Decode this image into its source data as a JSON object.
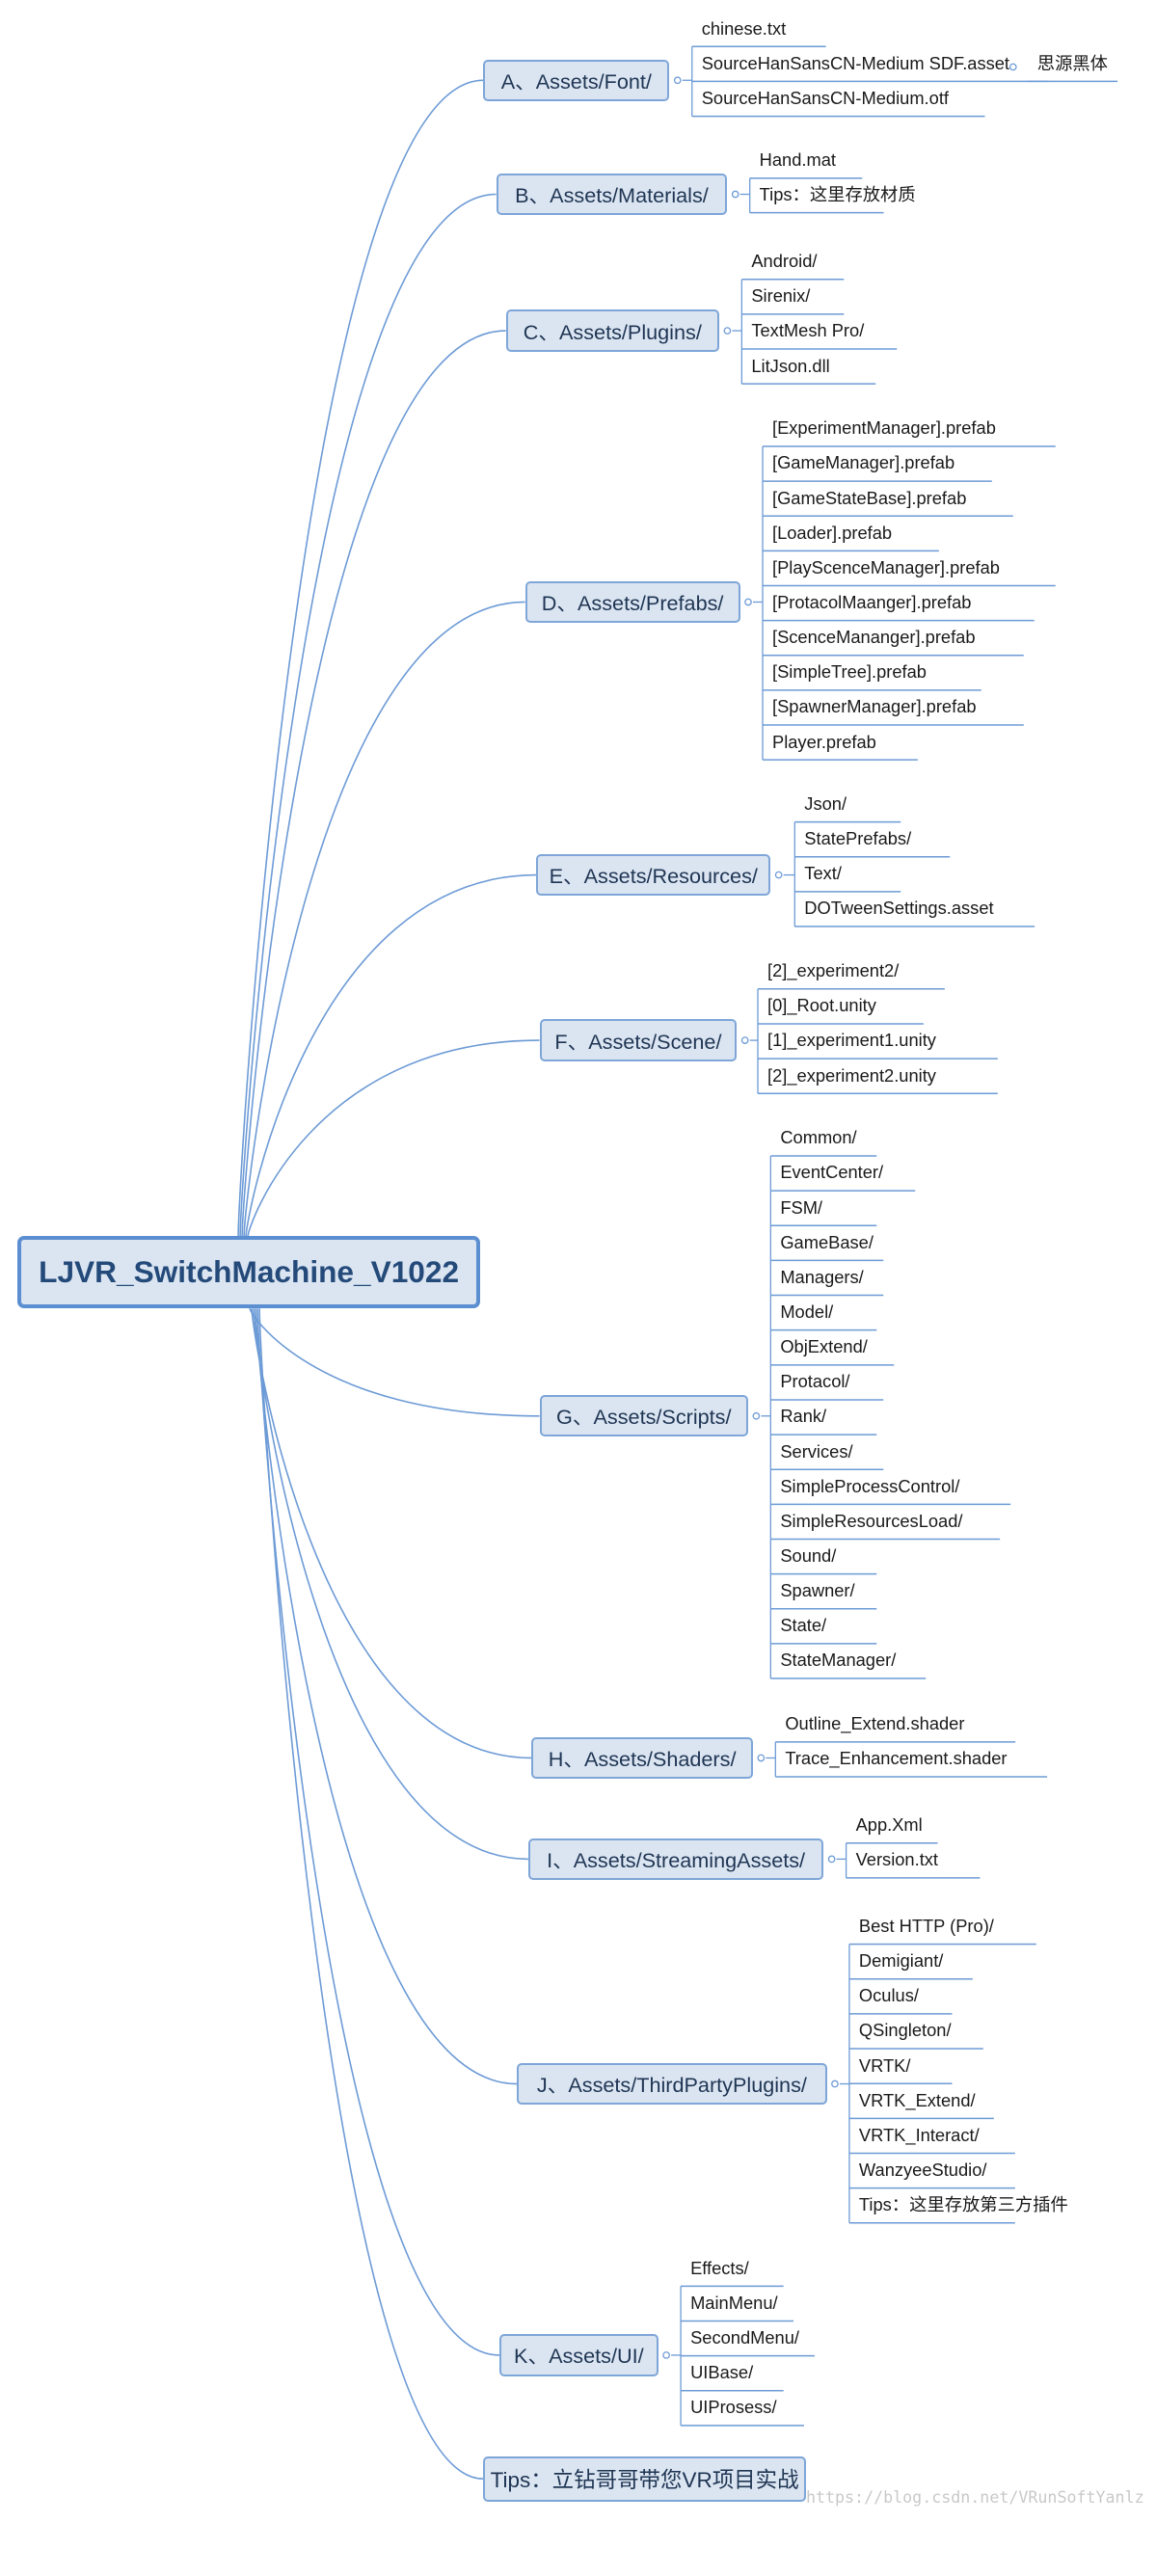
{
  "diagram": {
    "root": {
      "label": "LJVR_SwitchMachine_V1022"
    },
    "branches": [
      {
        "label": "A、Assets/Font/",
        "leaves": [
          "chinese.txt",
          "SourceHanSansCN-Medium SDF.asset",
          "SourceHanSansCN-Medium.otf"
        ],
        "sub": {
          "parent_index": 1,
          "label": "思源黑体"
        }
      },
      {
        "label": "B、Assets/Materials/",
        "leaves": [
          "Hand.mat",
          "Tips：这里存放材质"
        ]
      },
      {
        "label": "C、Assets/Plugins/",
        "leaves": [
          "Android/",
          "Sirenix/",
          "TextMesh Pro/",
          "LitJson.dll"
        ]
      },
      {
        "label": "D、Assets/Prefabs/",
        "leaves": [
          "[ExperimentManager].prefab",
          "[GameManager].prefab",
          "[GameStateBase].prefab",
          "[Loader].prefab",
          "[PlayScenceManager].prefab",
          "[ProtacolMaanger].prefab",
          "[ScenceMananger].prefab",
          "[SimpleTree].prefab",
          "[SpawnerManager].prefab",
          "Player.prefab"
        ]
      },
      {
        "label": "E、Assets/Resources/",
        "leaves": [
          "Json/",
          "StatePrefabs/",
          "Text/",
          "DOTweenSettings.asset"
        ]
      },
      {
        "label": "F、Assets/Scene/",
        "leaves": [
          "[2]_experiment2/",
          "[0]_Root.unity",
          "[1]_experiment1.unity",
          "[2]_experiment2.unity"
        ]
      },
      {
        "label": "G、Assets/Scripts/",
        "leaves": [
          "Common/",
          "EventCenter/",
          "FSM/",
          "GameBase/",
          "Managers/",
          "Model/",
          "ObjExtend/",
          "Protacol/",
          "Rank/",
          "Services/",
          "SimpleProcessControl/",
          "SimpleResourcesLoad/",
          "Sound/",
          "Spawner/",
          "State/",
          "StateManager/"
        ]
      },
      {
        "label": "H、Assets/Shaders/",
        "leaves": [
          "Outline_Extend.shader",
          "Trace_Enhancement.shader"
        ]
      },
      {
        "label": "I、Assets/StreamingAssets/",
        "leaves": [
          "App.Xml",
          "Version.txt"
        ]
      },
      {
        "label": "J、Assets/ThirdPartyPlugins/",
        "leaves": [
          "Best HTTP (Pro)/",
          "Demigiant/",
          "Oculus/",
          "QSingleton/",
          "VRTK/",
          "VRTK_Extend/",
          "VRTK_Interact/",
          "WanzyeeStudio/",
          "Tips：这里存放第三方插件"
        ]
      },
      {
        "label": "K、Assets/UI/",
        "leaves": [
          "Effects/",
          "MainMenu/",
          "SecondMenu/",
          "UIBase/",
          "UIProsess/"
        ]
      },
      {
        "label": "Tips：立钻哥哥带您VR项目实战",
        "leaves": []
      }
    ]
  },
  "watermark": "https://blog.csdn.net/VRunSoftYanlz",
  "colors": {
    "line": "#6d9bd6",
    "node_fill": "#dbe5f2",
    "node_border": "#7ea6d8",
    "root_border": "#5b8fd1",
    "text": "#1f3553"
  }
}
